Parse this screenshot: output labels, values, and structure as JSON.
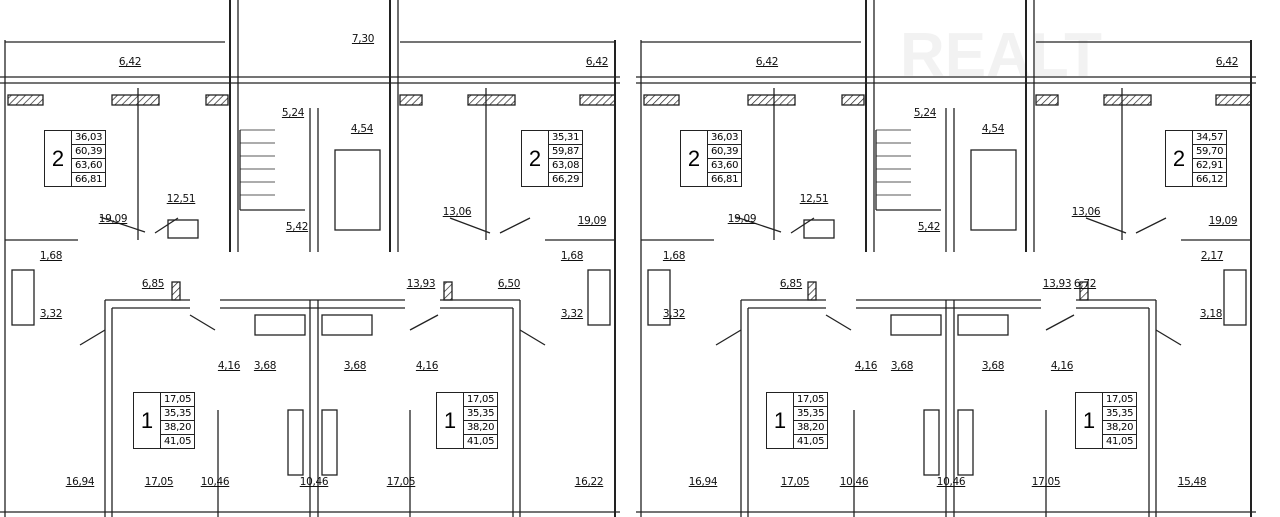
{
  "watermark": "REALT",
  "room_labels": [
    "6,42",
    "7,30",
    "6,42",
    "5,24",
    "4,54",
    "12,51",
    "19,09",
    "5,42",
    "13,06",
    "19,09",
    "1,68",
    "1,68",
    "6,85",
    "13,93",
    "6,50",
    "3,32",
    "3,32",
    "4,16",
    "3,68",
    "3,68",
    "4,16",
    "16,94",
    "17,05",
    "10,46",
    "10,46",
    "17,05",
    "16,22",
    "6,42",
    "6,42",
    "5,24",
    "4,54",
    "12,51",
    "19,09",
    "5,42",
    "13,06",
    "19,09",
    "1,68",
    "2,17",
    "6,85",
    "13,93",
    "6,72",
    "3,32",
    "3,18",
    "4,16",
    "3,68",
    "3,68",
    "4,16",
    "16,94",
    "17,05",
    "10,46",
    "10,46",
    "17,05",
    "15,48"
  ],
  "apartments": [
    {
      "rooms": "2",
      "areas": [
        "36,03",
        "60,39",
        "63,60",
        "66,81"
      ]
    },
    {
      "rooms": "2",
      "areas": [
        "35,31",
        "59,87",
        "63,08",
        "66,29"
      ]
    },
    {
      "rooms": "2",
      "areas": [
        "36,03",
        "60,39",
        "63,60",
        "66,81"
      ]
    },
    {
      "rooms": "2",
      "areas": [
        "34,57",
        "59,70",
        "62,91",
        "66,12"
      ]
    },
    {
      "rooms": "1",
      "areas": [
        "17,05",
        "35,35",
        "38,20",
        "41,05"
      ]
    },
    {
      "rooms": "1",
      "areas": [
        "17,05",
        "35,35",
        "38,20",
        "41,05"
      ]
    },
    {
      "rooms": "1",
      "areas": [
        "17,05",
        "35,35",
        "38,20",
        "41,05"
      ]
    },
    {
      "rooms": "1",
      "areas": [
        "17,05",
        "35,35",
        "38,20",
        "41,05"
      ]
    }
  ]
}
